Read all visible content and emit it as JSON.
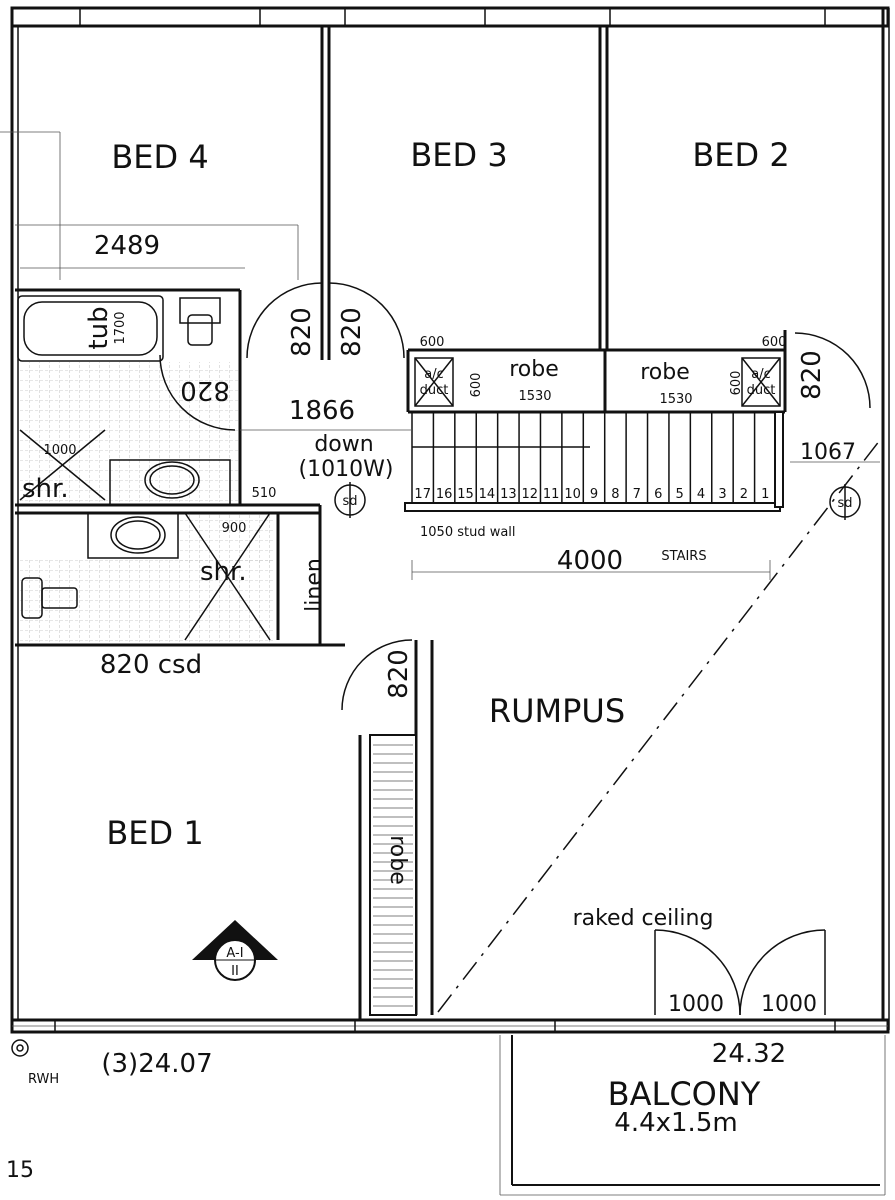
{
  "rooms": {
    "bed4": "BED 4",
    "bed3": "BED 3",
    "bed2": "BED 2",
    "bed1": "BED 1",
    "rumpus": "RUMPUS",
    "balcony": "BALCONY",
    "balcony_size": "4.4x1.5m",
    "tub": "tub",
    "tub_len": "1700",
    "shower1": "shr.",
    "shower2": "shr.",
    "linen": "linen",
    "robe_left": "robe",
    "robe_right": "robe",
    "robe_bed1": "robe",
    "ac_duct_left": [
      "a/c",
      "duct"
    ],
    "ac_duct_right": [
      "a/c",
      "duct"
    ],
    "raked_ceiling": "raked ceiling",
    "down": "down",
    "down_width": "(1010W)",
    "stairs": "STAIRS",
    "stud_wall": "1050 stud wall",
    "rwh": "RWH",
    "smoke_detector": "sd"
  },
  "dimensions": {
    "d2489": "2489",
    "door_bed4": "820",
    "door_bed3": "820",
    "door_bath": "820",
    "d1866": "1866",
    "d510": "510",
    "d1000_shr": "1000",
    "d900": "900",
    "d820csd": "820 csd",
    "door_bed1": "820",
    "door_bed2": "820",
    "d600_left": "600",
    "d600_right": "600",
    "d600_v_left": "600",
    "d600_v_right": "600",
    "d1530_left": "1530",
    "d1530_right": "1530",
    "d1067": "1067",
    "d4000": "4000",
    "door_balcony_left": "1000",
    "door_balcony_right": "1000",
    "level_balcony": "24.32",
    "level_left": "(3)24.07",
    "d15": "15"
  },
  "stair_numbers": [
    "17",
    "16",
    "15",
    "14",
    "13",
    "12",
    "11",
    "10",
    "9",
    "8",
    "7",
    "6",
    "5",
    "4",
    "3",
    "2",
    "1"
  ],
  "section_marker": {
    "top": "A-I",
    "bottom": "II"
  }
}
